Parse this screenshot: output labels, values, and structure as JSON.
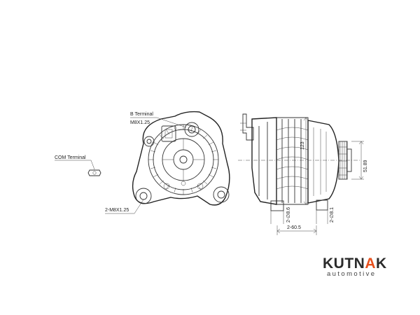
{
  "labels": {
    "b_terminal": "B Terminal",
    "b_terminal_thread": "M8X1.25",
    "com_terminal": "COM Terminal",
    "mount_thread": "2-M8X1.25"
  },
  "dimensions": {
    "dia_123": "123",
    "dia_51_89": "51.89",
    "dia_8_6": "2-∅8.6",
    "dia_8_1": "2-∅8.1",
    "len_60_5": "2-60.5"
  },
  "brand": {
    "name": "KUTNAK",
    "tagline": "automotive",
    "accent_color": "#e8501d"
  }
}
